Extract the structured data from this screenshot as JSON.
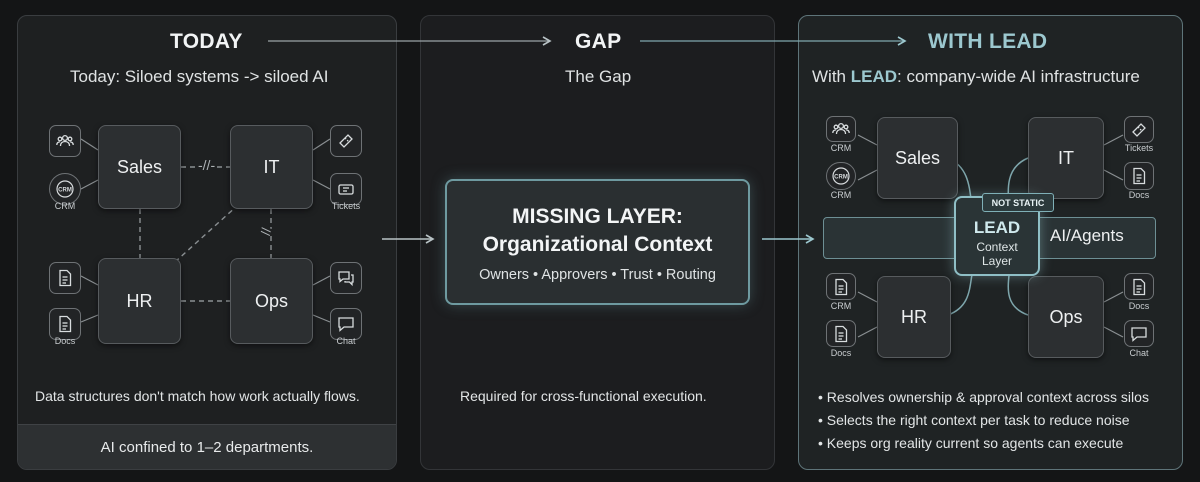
{
  "headers": {
    "today": "TODAY",
    "gap": "GAP",
    "with_lead": "WITH LEAD"
  },
  "today": {
    "subtitle": "Today: Siloed systems -> siloed AI",
    "boxes": {
      "sales": "Sales",
      "it": "IT",
      "hr": "HR",
      "ops": "Ops"
    },
    "icons": {
      "crm": "CRM",
      "tickets": "Tickets",
      "docs": "Docs",
      "chat": "Chat"
    },
    "break_mark_1": "-//-",
    "break_mark_2": "//",
    "footer": "Data structures don't match how work actually flows.",
    "bar": "AI confined to 1–2 departments."
  },
  "gap": {
    "subtitle": "The Gap",
    "missing_title_1": "MISSING LAYER:",
    "missing_title_2": "Organizational Context",
    "items": "Owners • Approvers • Trust • Routing",
    "footer": "Required for cross-functional execution."
  },
  "with_lead": {
    "subtitle_prefix": "With ",
    "subtitle_brand": "LEAD",
    "subtitle_suffix": ": company-wide AI infrastructure",
    "boxes": {
      "sales": "Sales",
      "it": "IT",
      "hr": "HR",
      "ops": "Ops"
    },
    "icons": {
      "crm1": "CRM",
      "crm2": "CRM",
      "tickets": "Tickets",
      "docs1": "Docs",
      "crm3": "CRM",
      "docs2": "Docs",
      "docs3": "Docs",
      "chat": "Chat"
    },
    "lead_title": "LEAD",
    "lead_sub": "Context Layer",
    "not_static": "NOT STATIC",
    "ai_agents": "AI/Agents",
    "bullets": [
      "• Resolves ownership & approval context across silos",
      "• Selects the right context per task to reduce noise",
      "• Keeps org reality current so agents can execute"
    ]
  },
  "colors": {
    "accent": "#9cc8cf",
    "background": "#141516",
    "panel": "#1e2021"
  },
  "icon_names": [
    "people-icon",
    "crm-icon",
    "ticket-icon",
    "tickets-icon",
    "document-icon",
    "chat-bubbles-icon",
    "chat-icon"
  ]
}
